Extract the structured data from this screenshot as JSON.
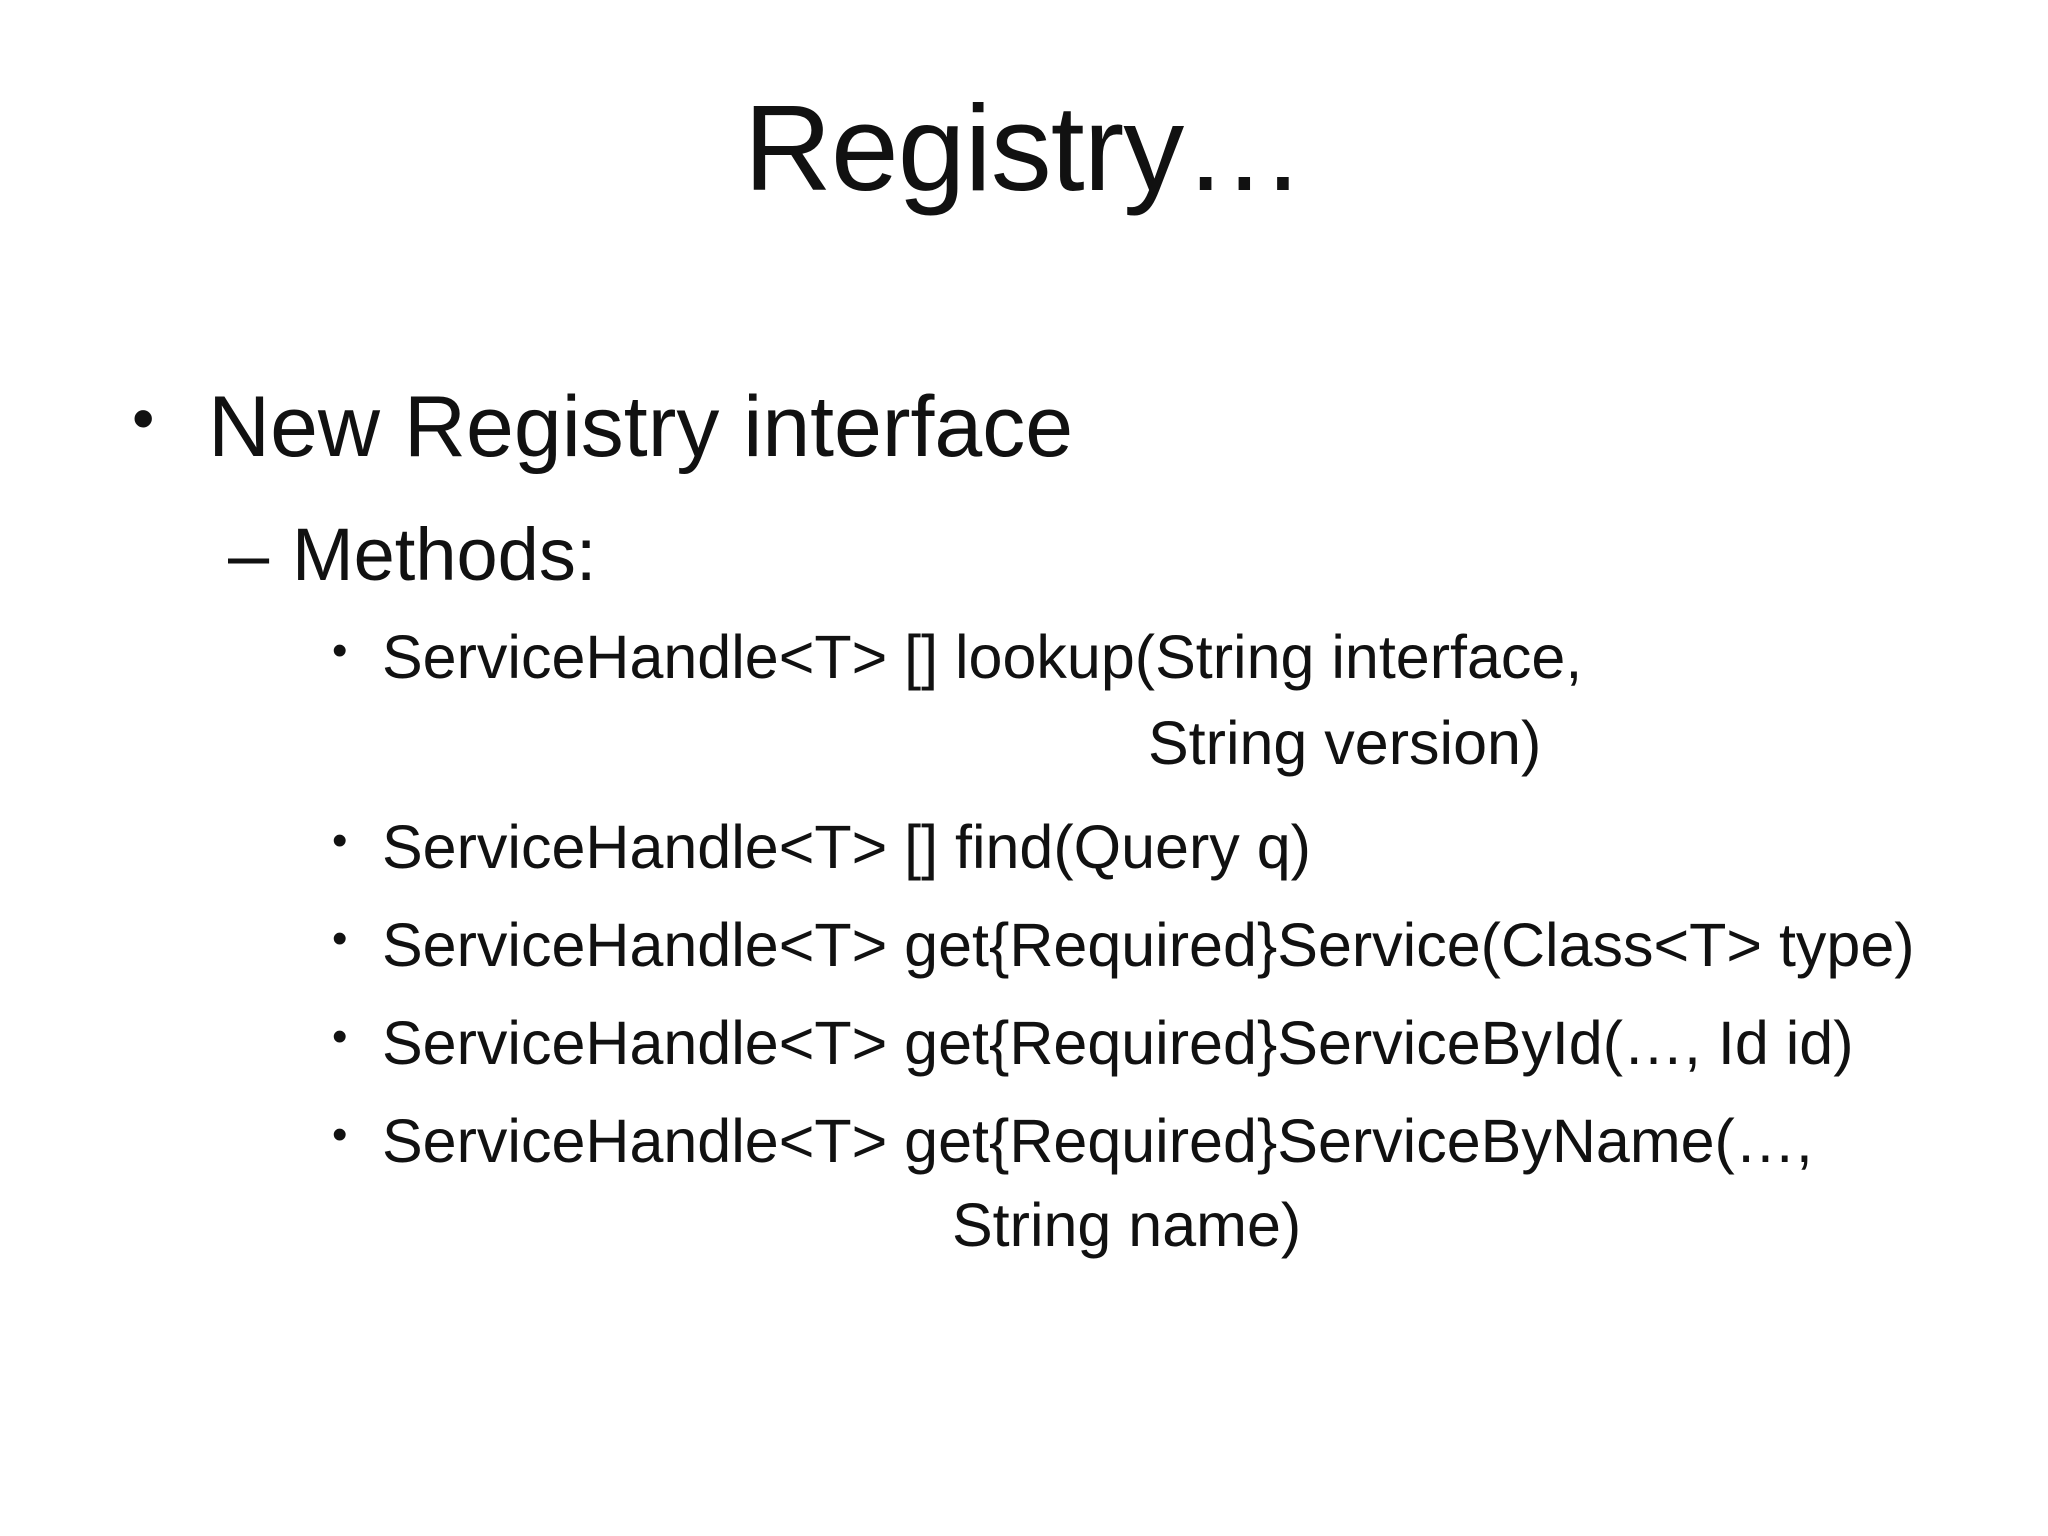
{
  "slide": {
    "title": "Registry…",
    "glyphs": {
      "level1_bullet": "•",
      "level2_dash": "–",
      "level3_bullet": "•"
    },
    "bullets": {
      "level1": "New Registry interface",
      "level2": "Methods:"
    },
    "methods": [
      {
        "line1": "ServiceHandle<T> [] lookup(String interface,",
        "line2": "String version)"
      },
      {
        "line1": "ServiceHandle<T> [] find(Query q)"
      },
      {
        "line1": "ServiceHandle<T> get{Required}Service(Class<T> type)"
      },
      {
        "line1": "ServiceHandle<T> get{Required}ServiceById(…, Id id)"
      },
      {
        "line1": "ServiceHandle<T> get{Required}ServiceByName(…,",
        "line2": "String name)"
      }
    ]
  }
}
